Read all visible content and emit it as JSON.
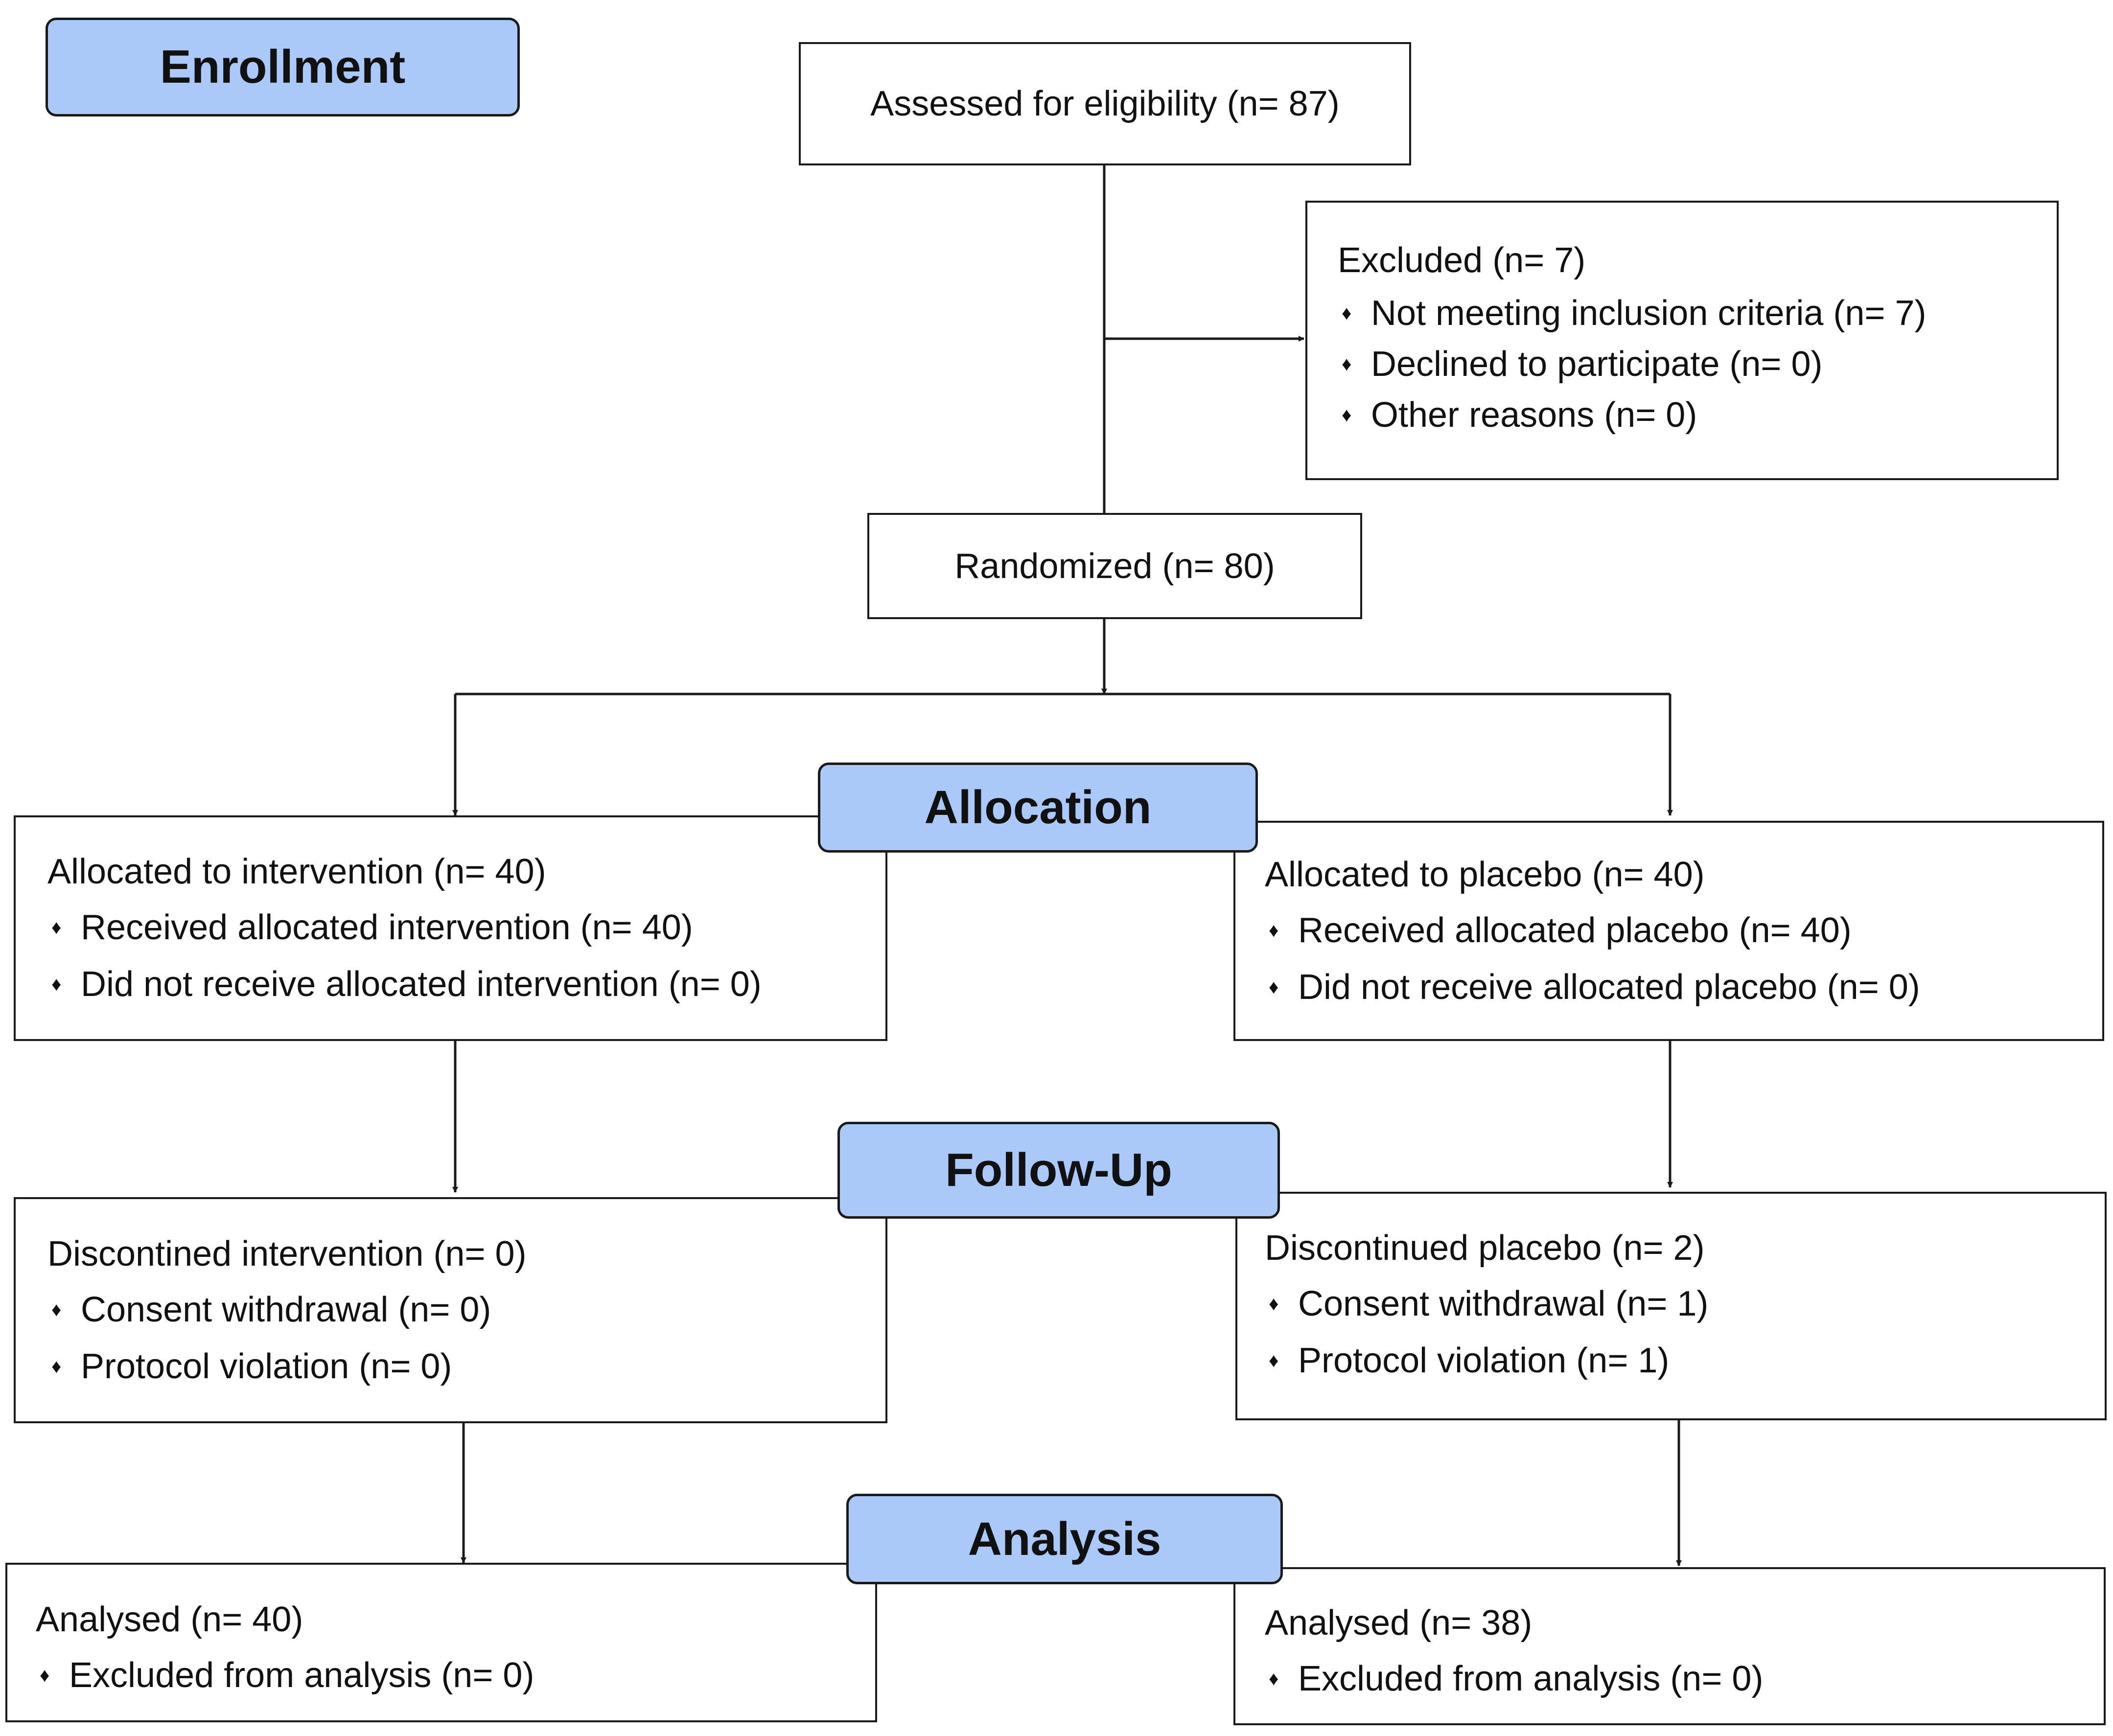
{
  "stages": {
    "enrollment": "Enrollment",
    "allocation": "Allocation",
    "follow_up": "Follow-Up",
    "analysis": "Analysis"
  },
  "bullet_glyph": "♦",
  "assessed": "Assessed for eligibility (n= 87)",
  "excluded": {
    "heading": "Excluded (n= 7)",
    "items": [
      "Not meeting inclusion criteria (n= 7)",
      "Declined to participate (n= 0)",
      "Other reasons (n= 0)"
    ]
  },
  "randomized": "Randomized (n= 80)",
  "allocation": {
    "intervention": {
      "heading": "Allocated to intervention (n= 40)",
      "items": [
        "Received allocated intervention (n= 40)",
        "Did not receive allocated intervention (n= 0)"
      ]
    },
    "placebo": {
      "heading": "Allocated to placebo (n= 40)",
      "items": [
        "Received allocated placebo (n= 40)",
        "Did not receive allocated placebo (n= 0)"
      ]
    }
  },
  "follow_up": {
    "intervention": {
      "heading": "Discontined intervention (n= 0)",
      "items": [
        "Consent withdrawal (n= 0)",
        "Protocol violation (n= 0)"
      ]
    },
    "placebo": {
      "heading": "Discontinued placebo (n= 2)",
      "items": [
        "Consent withdrawal (n= 1)",
        "Protocol violation (n= 1)"
      ]
    }
  },
  "analysis": {
    "intervention": {
      "heading": "Analysed (n= 40)",
      "items": [
        "Excluded from analysis (n= 0)"
      ]
    },
    "placebo": {
      "heading": "Analysed (n= 38)",
      "items": [
        "Excluded from analysis (n= 0)"
      ]
    }
  }
}
